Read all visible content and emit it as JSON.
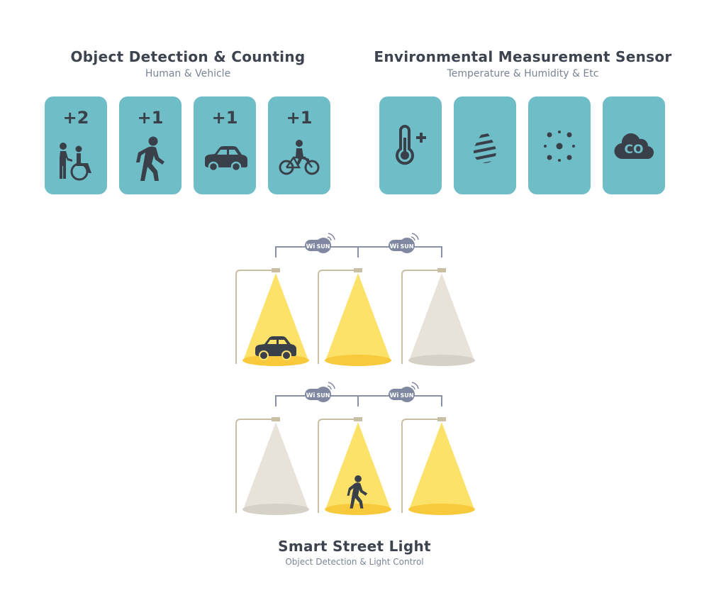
{
  "object_detection": {
    "title": "Object Detection & Counting",
    "subtitle": "Human & Vehicle",
    "tiles": [
      {
        "count": "+2",
        "icon": "wheelchair-assist-icon"
      },
      {
        "count": "+1",
        "icon": "pedestrian-icon"
      },
      {
        "count": "+1",
        "icon": "car-icon"
      },
      {
        "count": "+1",
        "icon": "cyclist-icon"
      }
    ]
  },
  "environment": {
    "title": "Environmental Measurement Sensor",
    "subtitle": "Temperature & Humidity & Etc",
    "tiles": [
      {
        "icon": "thermometer-icon"
      },
      {
        "icon": "humidity-drop-icon"
      },
      {
        "icon": "particulate-dust-icon"
      },
      {
        "icon": "co-cloud-icon",
        "label": "CO"
      }
    ]
  },
  "street_light": {
    "title": "Smart Street Light",
    "subtitle": "Object Detection & Light Control",
    "badge_wi": "Wi",
    "badge_sun": "SUN",
    "rows": [
      {
        "lamps": [
          "on",
          "on",
          "off"
        ],
        "object": "car"
      },
      {
        "lamps": [
          "off",
          "on",
          "on"
        ],
        "object": "pedestrian"
      }
    ]
  },
  "colors": {
    "tile": "#6ebdc7",
    "icon": "#3a4049",
    "beam_on": "#fde26a",
    "beam_on_base": "#f8c93a",
    "beam_off": "#e8e3d8",
    "beam_off_base": "#d6d1c6",
    "pole": "#c9bfa4",
    "network_line": "#8891a6",
    "badge": "#7f88a0"
  }
}
